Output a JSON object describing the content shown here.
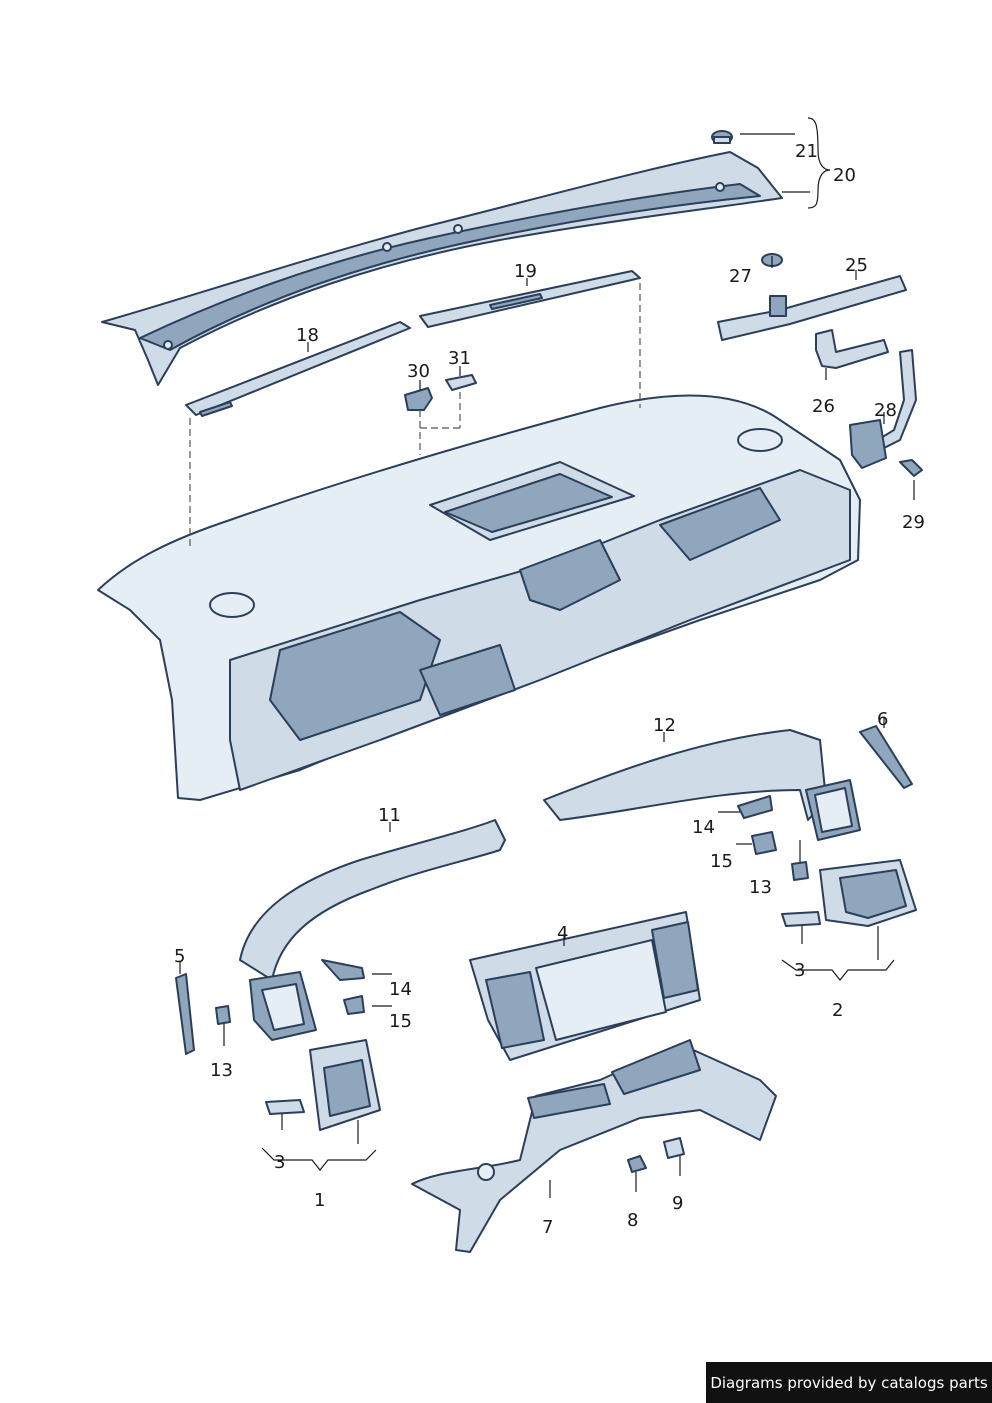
{
  "labels": {
    "p1": "1",
    "p2": "2",
    "p3a": "3",
    "p3b": "3",
    "p4": "4",
    "p5": "5",
    "p6": "6",
    "p7": "7",
    "p8": "8",
    "p9": "9",
    "p11": "11",
    "p12": "12",
    "p13a": "13",
    "p13b": "13",
    "p14a": "14",
    "p14b": "14",
    "p15a": "15",
    "p15b": "15",
    "p18": "18",
    "p19": "19",
    "p20": "20",
    "p21": "21",
    "p25": "25",
    "p26": "26",
    "p27": "27",
    "p28": "28",
    "p29": "29",
    "p30": "30",
    "p31": "31"
  },
  "watermark": "Diagrams provided by catalogs parts"
}
